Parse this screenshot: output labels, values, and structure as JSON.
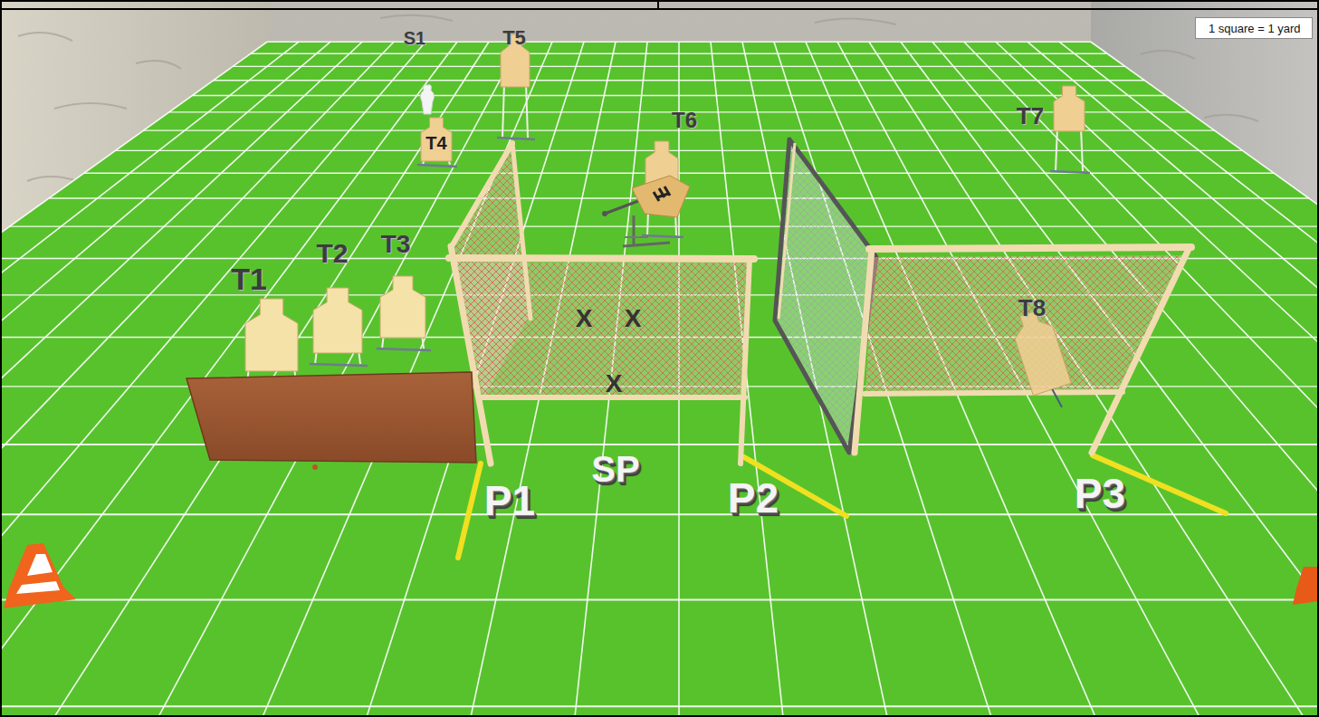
{
  "diagram": {
    "nodes": [
      {
        "text": [
          "1 square = 1 yard"
        ]
      }
    ],
    "labels": [
      "S1",
      "T5",
      "T6",
      "T7",
      "T4",
      "T1",
      "T2",
      "T3",
      "T8",
      "X",
      "X",
      "X",
      "P1",
      "SP",
      "P2",
      "P3"
    ]
  }
}
